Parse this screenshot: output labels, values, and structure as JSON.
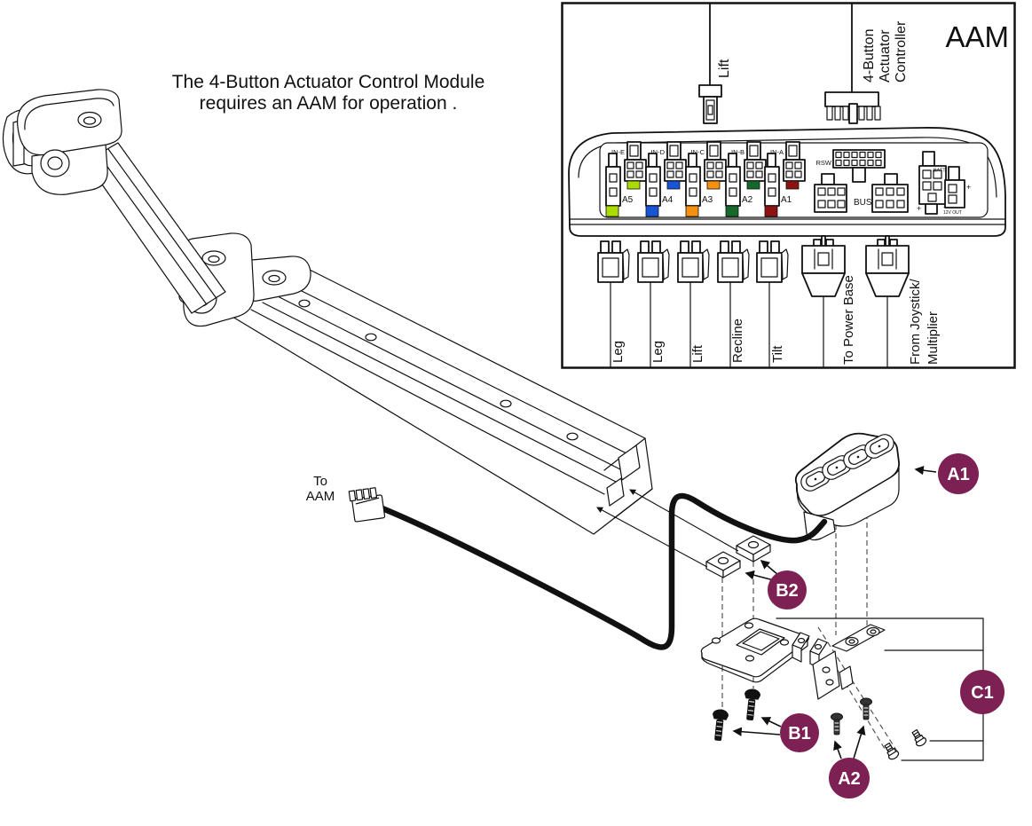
{
  "note": {
    "line1": "The 4-Button Actuator Control Module",
    "line2": "requires an AAM for operation ."
  },
  "aam": {
    "title": "AAM",
    "title_color": "#cc0000",
    "top": {
      "lift": "Lift",
      "controller": [
        "4-Button",
        "Actuator",
        "Controller"
      ]
    },
    "ports": [
      {
        "in": "IN-E",
        "a": "A5",
        "color": "#abdc00"
      },
      {
        "in": "IN-D",
        "a": "A4",
        "color": "#1854d8"
      },
      {
        "in": "IN-C",
        "a": "A3",
        "color": "#f8900f"
      },
      {
        "in": "IN-B",
        "a": "A2",
        "color": "#17692b"
      },
      {
        "in": "IN-A",
        "a": "A1",
        "color": "#8e1212"
      }
    ],
    "labels": {
      "rsw": "RSW",
      "bus": "BUS",
      "batt": "BATT",
      "v12": "12V OUT",
      "plus": "+",
      "minus": "-"
    },
    "bottom": [
      "Leg",
      "Leg",
      "Lift",
      "Recline",
      "Tilt",
      "To Power Base",
      "From Joystick/",
      "Multiplier"
    ]
  },
  "cable": {
    "to": "To",
    "aam": "AAM"
  },
  "badges": {
    "color": "#7d2053",
    "a1": "A1",
    "a2": "A2",
    "b1": "B1",
    "b2": "B2",
    "c1": "C1"
  }
}
